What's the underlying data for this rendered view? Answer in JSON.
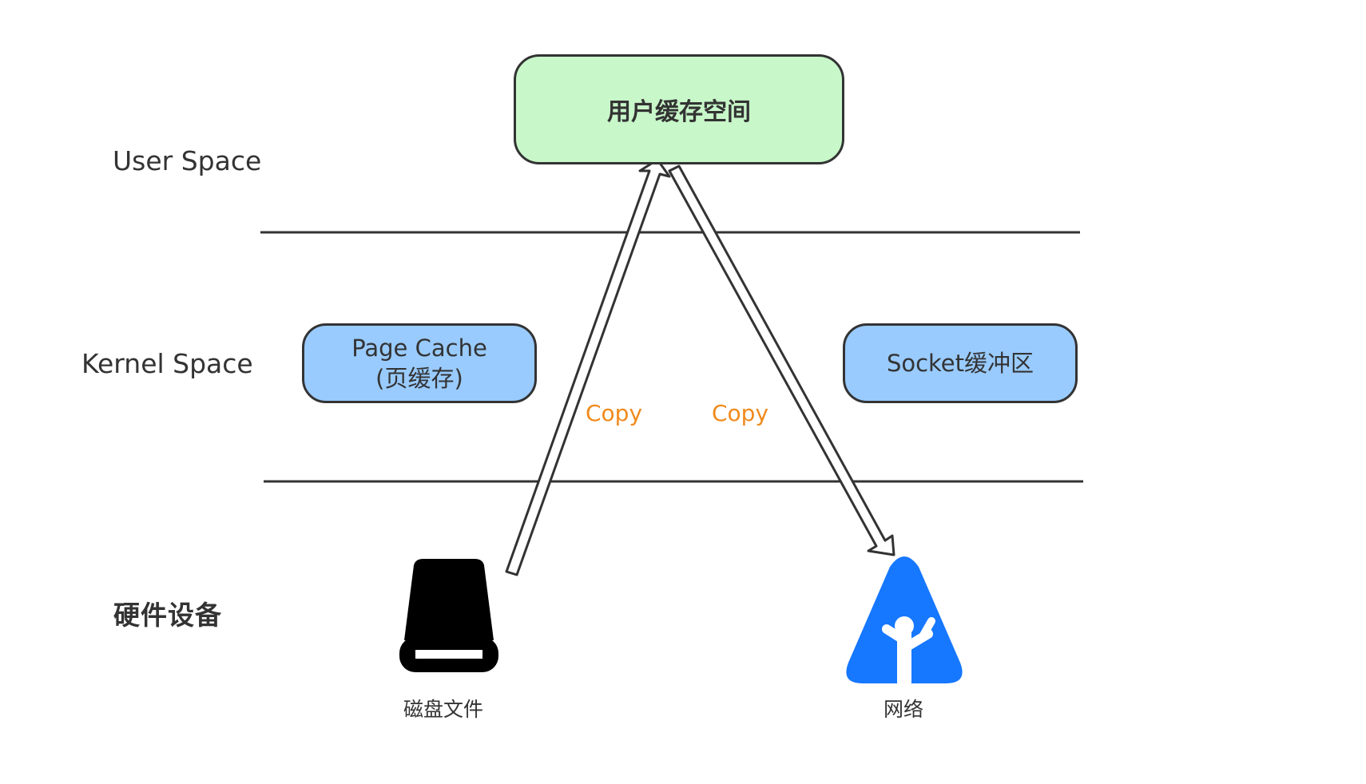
{
  "layers": {
    "user_space": "User Space",
    "kernel_space": "Kernel Space",
    "hardware": "硬件设备"
  },
  "boxes": {
    "user_buffer": "用户缓存空间",
    "page_cache_line1": "Page Cache",
    "page_cache_line2": "(页缓存)",
    "socket_buffer": "Socket缓冲区"
  },
  "copy_labels": {
    "left": "Copy",
    "right": "Copy"
  },
  "devices": {
    "disk": {
      "label": "磁盘文件",
      "icon": "disk-drive-icon"
    },
    "network": {
      "label": "网络",
      "icon": "network-tree-icon"
    }
  },
  "colors": {
    "user_box": "#c8f7c9",
    "kernel_box": "#99cbff",
    "copy_text": "#f08a1c",
    "network_icon": "#1677ff",
    "disk_icon": "#000000"
  }
}
